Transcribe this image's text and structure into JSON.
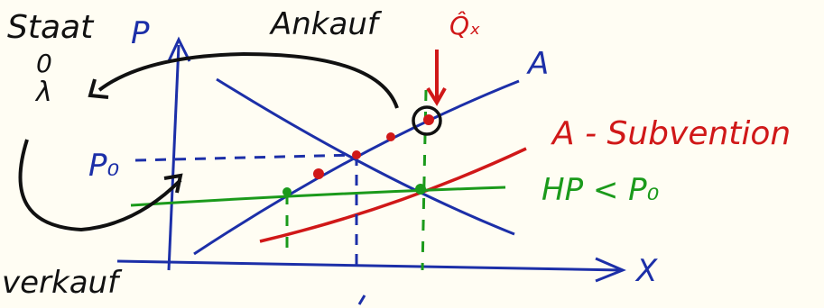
{
  "labels": {
    "staat": "Staat",
    "ankauf": "Ankauf",
    "verkauf": "verkauf",
    "p_axis": "P",
    "x_axis": "X",
    "p0": "P₀",
    "supply": "A",
    "demand_right": "Q̂ₓ",
    "a_subvention": "A - Subvention",
    "hp": "HP < P₀",
    "staat_circle": "0",
    "staat_lambda": "λ"
  },
  "colors": {
    "blue": "#1c2fa8",
    "red": "#d01818",
    "green": "#1b9a1b",
    "black": "#111111"
  }
}
